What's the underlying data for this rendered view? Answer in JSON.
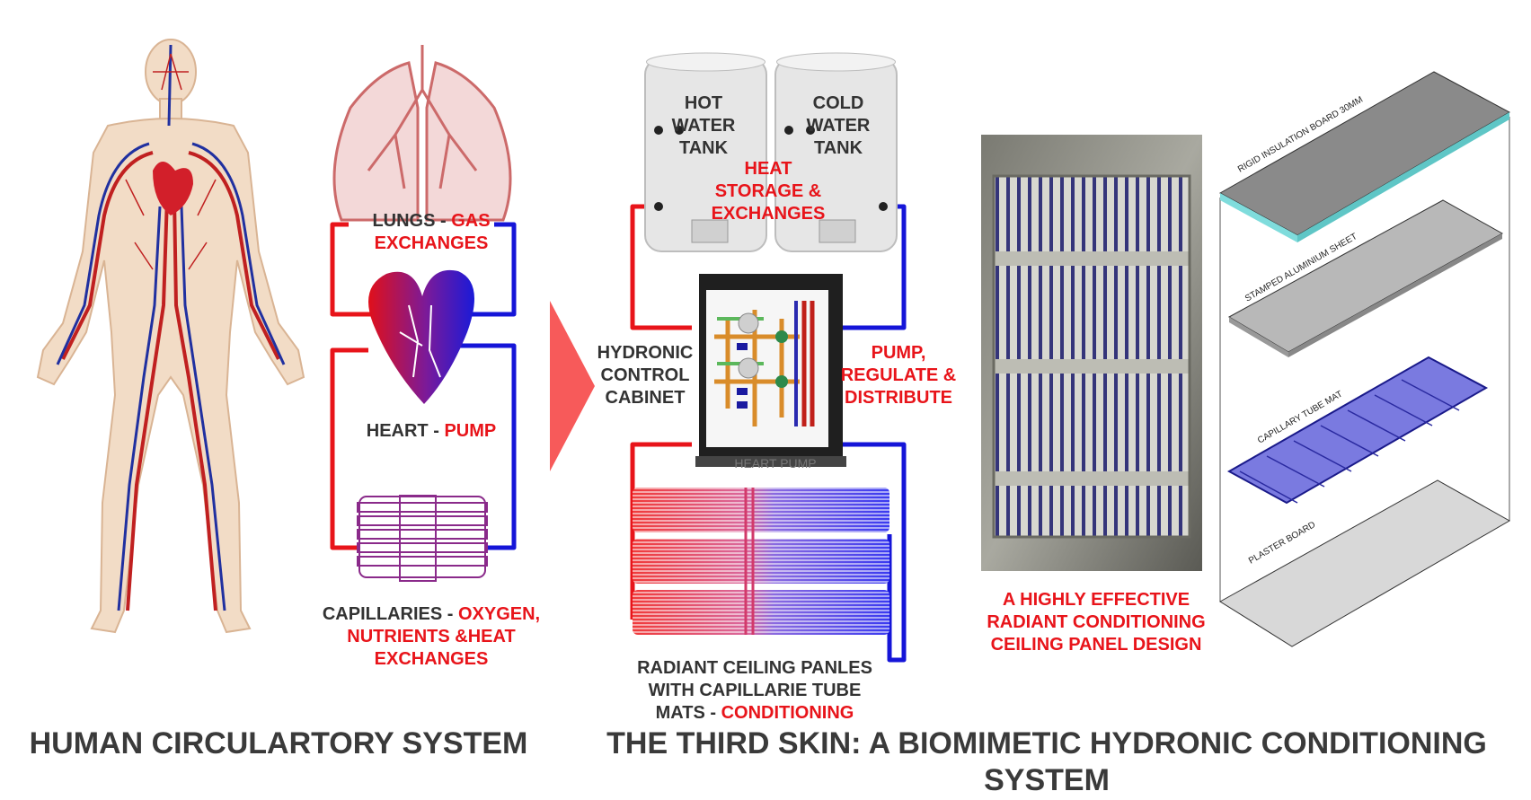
{
  "human": {
    "lungs": {
      "prefix": "LUNGS - ",
      "red1": "GAS",
      "red2": "EXCHANGES"
    },
    "heart": {
      "prefix": "HEART - ",
      "red": "PUMP"
    },
    "capillaries": {
      "prefix": "CAPILLARIES - ",
      "red1": "OXYGEN,",
      "red2": "NUTRIENTS &HEAT",
      "red3": "EXCHANGES"
    },
    "title": "HUMAN CIRCULARTORY SYSTEM"
  },
  "system": {
    "hot_tank": [
      "HOT",
      "WATER",
      "TANK"
    ],
    "cold_tank": [
      "COLD",
      "WATER",
      "TANK"
    ],
    "heat_storage": [
      "HEAT",
      "STORAGE &",
      "EXCHANGES"
    ],
    "cabinet": [
      "HYDRONIC",
      "CONTROL",
      "CABINET"
    ],
    "pump": [
      "PUMP,",
      "REGULATE &",
      "DISTRIBUTE"
    ],
    "cabinet_base_text": "HEART PUMP",
    "panels": {
      "line1": "RADIANT CEILING PANLES",
      "line2": "WITH CAPILLARIE TUBE",
      "line3_prefix": "MATS - ",
      "line3_red": "CONDITIONING"
    },
    "title_line1": "THE THIRD SKIN: A BIOMIMETIC HYDRONIC CONDITIONING",
    "title_line2": "SYSTEM"
  },
  "panel_photo": {
    "caption": [
      "A HIGHLY EFFECTIVE",
      "RADIANT CONDITIONING",
      "CEILING PANEL DESIGN"
    ]
  },
  "layers": {
    "l1": "RIGID INSULATION BOARD 30MM",
    "l2": "STAMPED ALUMINIUM SHEET",
    "l3": "CAPILLARY TUBE MAT",
    "l4": "PLASTER BOARD"
  },
  "colors": {
    "red": "#e8141a",
    "blue": "#1515d8",
    "text": "#333333"
  }
}
